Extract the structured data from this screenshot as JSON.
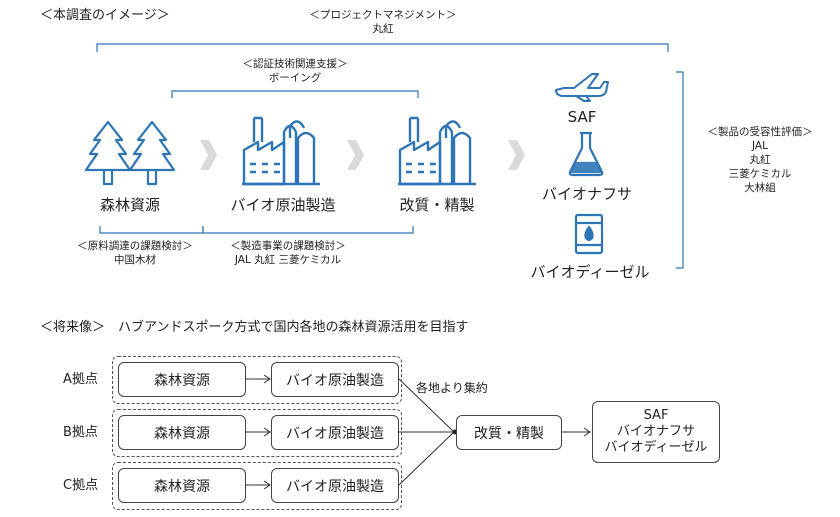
{
  "colors": {
    "accent": "#2e75b6",
    "chevron": "#d9d9d9",
    "line": "#333333",
    "box_border": "#444444"
  },
  "top": {
    "title": "＜本調査のイメージ＞",
    "pm": {
      "label": "＜プロジェクトマネジメント＞",
      "org": "丸紅"
    },
    "cert": {
      "label": "＜認証技術関連支援＞",
      "org": "ボーイング"
    },
    "stages": [
      {
        "label": "森林資源",
        "icon": "trees-icon"
      },
      {
        "label": "バイオ原油製造",
        "icon": "factory-icon"
      },
      {
        "label": "改質・精製",
        "icon": "refinery-icon"
      }
    ],
    "procure": {
      "label": "＜原料調達の課題検討＞",
      "org": "中国木材"
    },
    "manufacture": {
      "label": "＜製造事業の課題検討＞",
      "org": "JAL 丸紅 三菱ケミカル"
    },
    "products": [
      {
        "label": "SAF",
        "icon": "airplane-icon"
      },
      {
        "label": "バイオナフサ",
        "icon": "flask-icon"
      },
      {
        "label": "バイオディーゼル",
        "icon": "fuel-drum-icon"
      }
    ],
    "acceptance": {
      "label": "＜製品の受容性評価＞",
      "orgs": [
        "JAL",
        "丸紅",
        "三菱ケミカル",
        "大林組"
      ]
    }
  },
  "bottom": {
    "title": "＜将来像＞　ハブアンドスポーク方式で国内各地の森林資源活用を目指す",
    "bases": [
      {
        "label": "A拠点",
        "resource": "森林資源",
        "process": "バイオ原油製造"
      },
      {
        "label": "B拠点",
        "resource": "森林資源",
        "process": "バイオ原油製造"
      },
      {
        "label": "C拠点",
        "resource": "森林資源",
        "process": "バイオ原油製造"
      }
    ],
    "gather": "各地より集約",
    "refine": "改質・精製",
    "products": [
      "SAF",
      "バイオナフサ",
      "バイオディーゼル"
    ]
  }
}
